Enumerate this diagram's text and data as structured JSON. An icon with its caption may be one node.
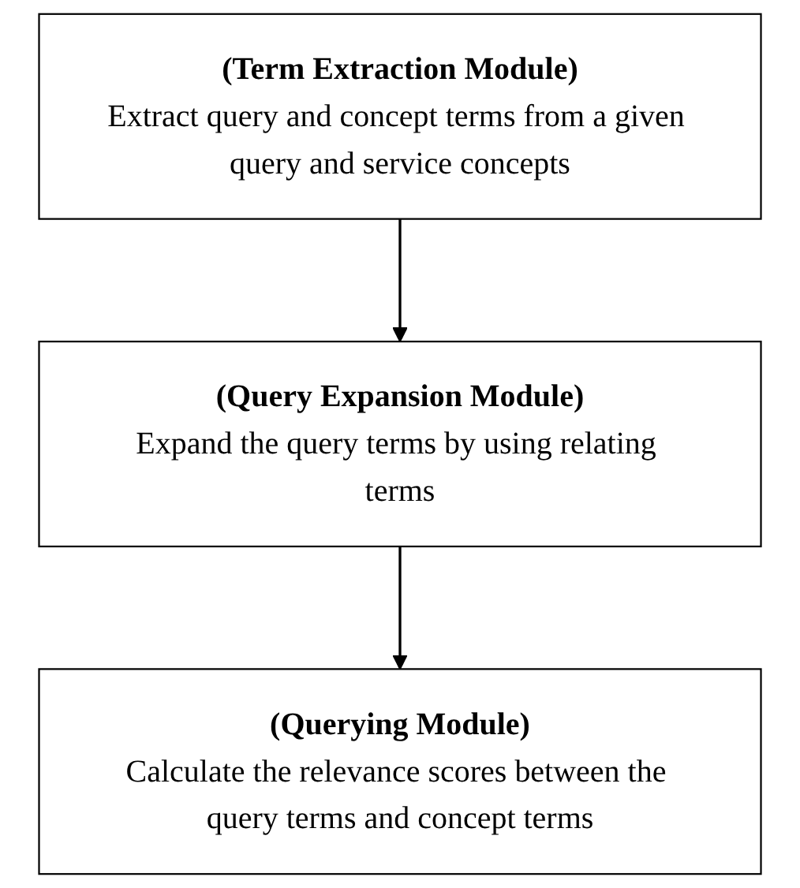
{
  "diagram": {
    "nodes": [
      {
        "text": [
          "(Term Extraction Module)",
          "Extract query and concept terms from a given query and service concepts"
        ]
      },
      {
        "text": [
          "(Query Expansion Module)",
          "Expand the query terms by using relating terms"
        ]
      },
      {
        "text": [
          "(Querying Module)",
          "Calculate the relevance scores between the query terms and concept terms"
        ]
      }
    ],
    "edges": [
      {
        "from": 0,
        "to": 1,
        "arrow": "to"
      },
      {
        "from": 1,
        "to": 2,
        "arrow": "to"
      }
    ]
  }
}
